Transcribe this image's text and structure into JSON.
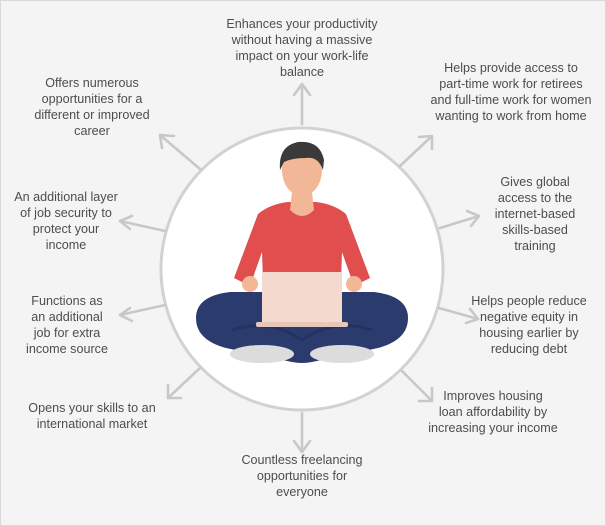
{
  "colors": {
    "background": "#f4f4f4",
    "text": "#4d4d4d",
    "ring": "#d2d2d2",
    "arrow": "#c8c8c8",
    "shirt": "#e14e4e",
    "skin": "#f2b796",
    "hair": "#3a3a3a",
    "pants": "#2c3b6e",
    "laptop": "#f4d9cf",
    "socks": "#dcdcdc"
  },
  "center_figure": {
    "icon": "person-with-laptop-icon"
  },
  "benefits": [
    {
      "id": "top",
      "text": "Enhances your productivity\nwithout having a massive\nimpact on your work-life\nbalance"
    },
    {
      "id": "top-right",
      "text": "Helps provide access to\npart-time work for retirees\nand full-time work for women\nwanting to work from home"
    },
    {
      "id": "right-upper",
      "text": "Gives global\naccess to the\ninternet-based\nskills-based\ntraining"
    },
    {
      "id": "right-lower",
      "text": "Helps people reduce\nnegative equity in\nhousing earlier by\nreducing debt"
    },
    {
      "id": "bottom-right",
      "text": "Improves housing\nloan affordability by\nincreasing your income"
    },
    {
      "id": "bottom",
      "text": "Countless freelancing\nopportunities for\neveryone"
    },
    {
      "id": "bottom-left",
      "text": "Opens your skills to an\ninternational market"
    },
    {
      "id": "left-lower",
      "text": "Functions as\nan additional\njob for extra\nincome source"
    },
    {
      "id": "left-upper",
      "text": "An additional layer\nof job security to\nprotect your\nincome"
    },
    {
      "id": "top-left",
      "text": "Offers numerous\nopportunities for a\ndifferent or improved\ncareer"
    }
  ]
}
